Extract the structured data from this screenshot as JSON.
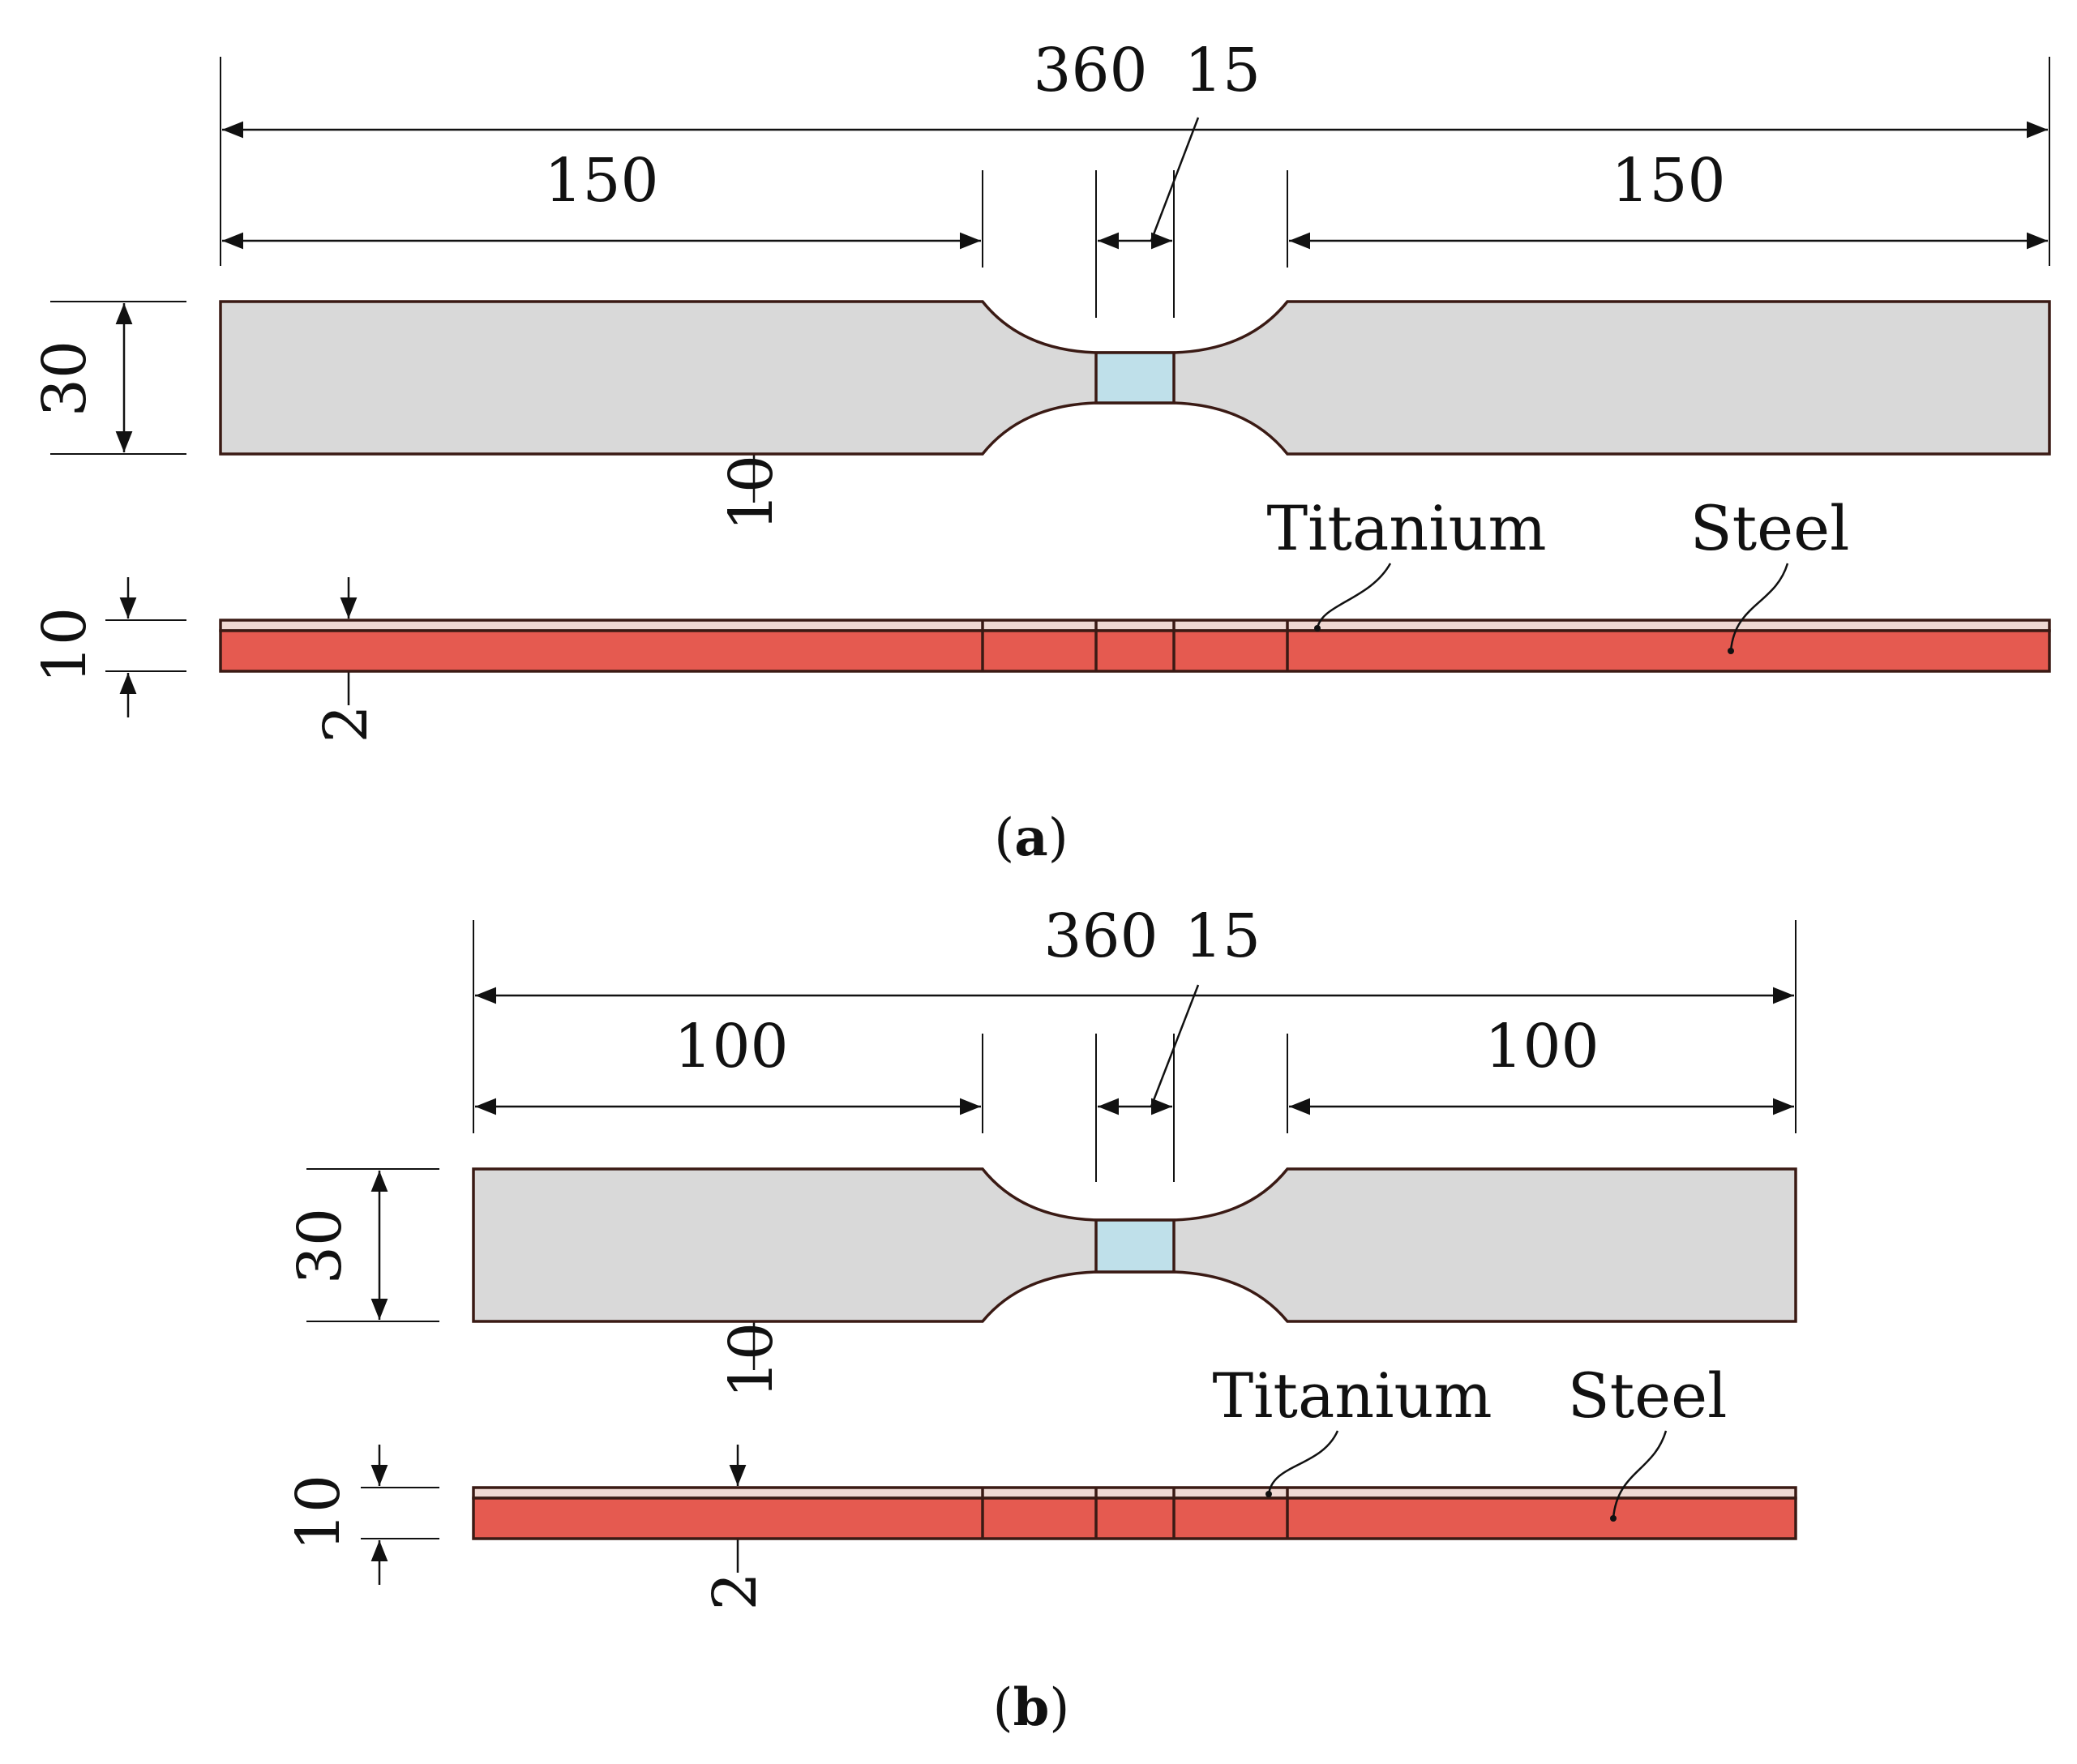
{
  "colors": {
    "plan_fill": "#d9d9d9",
    "weld_fill": "#bfe0ea",
    "steel_fill": "#e55a50",
    "titanium_fill": "#efd8d2",
    "outline": "#3a1a14"
  },
  "panel_a": {
    "caption_letter": "a",
    "total_length": "360",
    "weld_width": "15",
    "left_length": "150",
    "right_length": "150",
    "plate_width": "30",
    "neck_width": "10",
    "thickness": "10",
    "titanium_thickness": "2",
    "titanium_label": "Titanium",
    "steel_label": "Steel"
  },
  "panel_b": {
    "caption_letter": "b",
    "total_length": "360",
    "weld_width": "15",
    "left_length": "100",
    "right_length": "100",
    "plate_width": "30",
    "neck_width": "10",
    "thickness": "10",
    "titanium_thickness": "2",
    "titanium_label": "Titanium",
    "steel_label": "Steel"
  }
}
